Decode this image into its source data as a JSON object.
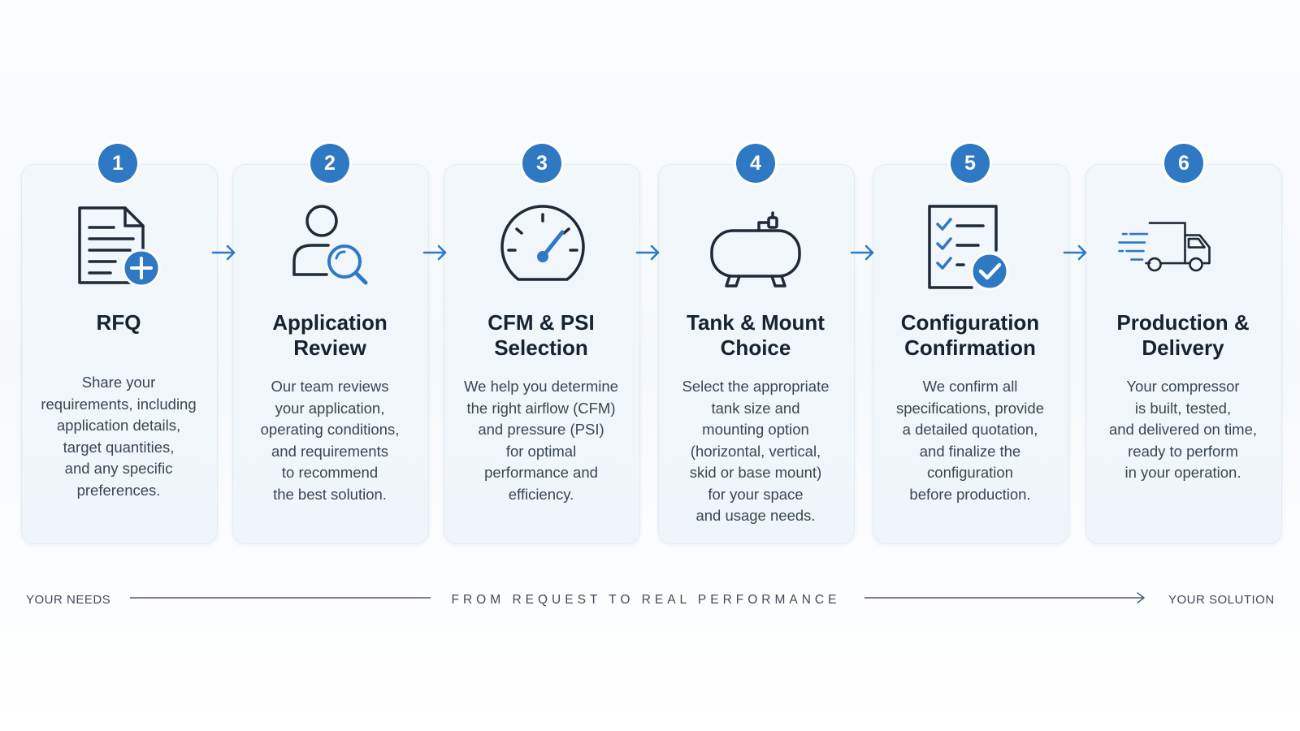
{
  "steps": [
    {
      "number": "1",
      "icon": "rfq-document-plus-icon",
      "title_lines": [
        "RFQ"
      ],
      "desc_lines": [
        "Share your",
        "requirements, including",
        "application details,",
        "target quantities,",
        "and any specific",
        "preferences."
      ]
    },
    {
      "number": "2",
      "icon": "person-magnifier-icon",
      "title_lines": [
        "Application",
        "Review"
      ],
      "desc_lines": [
        "Our team reviews",
        "your application,",
        "operating conditions,",
        "and requirements",
        "to recommend",
        "the best solution."
      ]
    },
    {
      "number": "3",
      "icon": "pressure-gauge-icon",
      "title_lines": [
        "CFM & PSI",
        "Selection"
      ],
      "desc_lines": [
        "We help you determine",
        "the right airflow (CFM)",
        "and pressure (PSI)",
        "for optimal",
        "performance and",
        "efficiency."
      ]
    },
    {
      "number": "4",
      "icon": "air-tank-icon",
      "title_lines": [
        "Tank & Mount",
        "Choice"
      ],
      "desc_lines": [
        "Select the appropriate",
        "tank size and",
        "mounting option",
        "(horizontal, vertical,",
        "skid or base mount)",
        "for your space",
        "and usage needs."
      ]
    },
    {
      "number": "5",
      "icon": "checklist-check-icon",
      "title_lines": [
        "Configuration",
        "Confirmation"
      ],
      "desc_lines": [
        "We confirm all",
        "specifications, provide",
        "a detailed quotation,",
        "and finalize the",
        "configuration",
        "before production."
      ]
    },
    {
      "number": "6",
      "icon": "delivery-truck-icon",
      "title_lines": [
        "Production &",
        "Delivery"
      ],
      "desc_lines": [
        "Your compressor",
        "is built, tested,",
        "and delivered on time,",
        "ready to perform",
        "in your operation."
      ]
    }
  ],
  "footer": {
    "left_label": "YOUR NEEDS",
    "center_label": "FROM REQUEST TO REAL PERFORMANCE",
    "right_label": "YOUR SOLUTION"
  },
  "colors": {
    "accent": "#2f78c4",
    "icon_stroke": "#1f2a36",
    "text": "#16222f"
  }
}
